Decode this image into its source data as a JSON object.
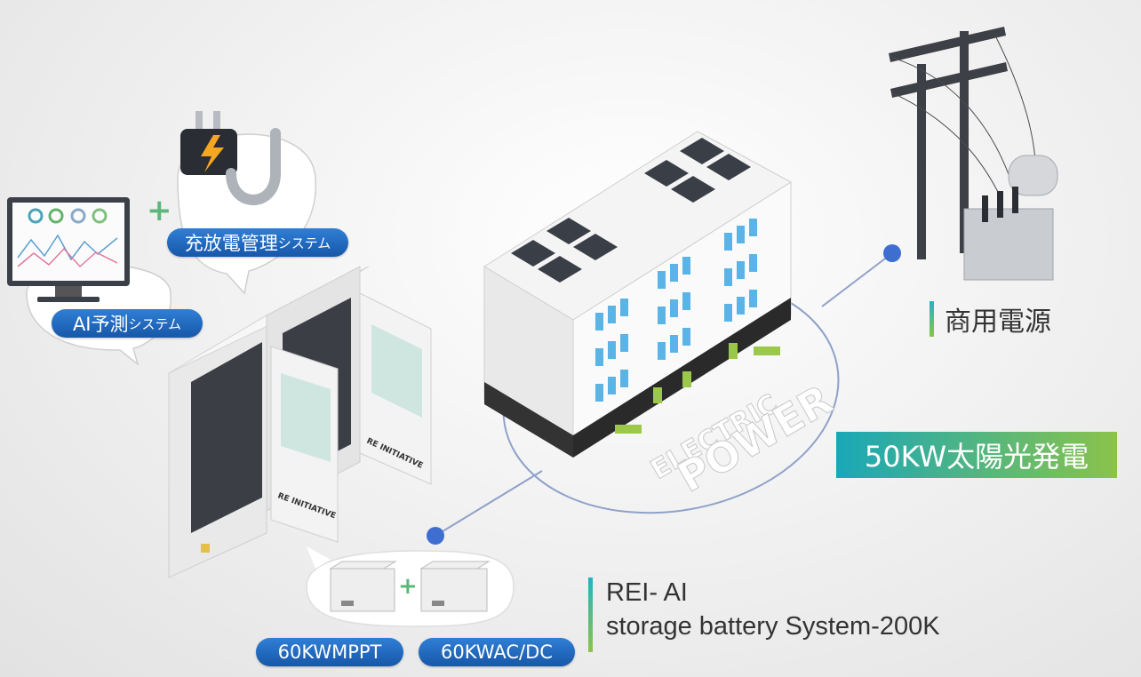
{
  "labels": {
    "charge_management": {
      "main": "充放電管理",
      "suffix": "システム"
    },
    "ai_prediction": {
      "main": "AI予測",
      "suffix": "システム"
    },
    "grid_power": "商用電源",
    "solar": "50KW太陽光発電",
    "mppt": "60KWMPPT",
    "acdc": "60KWAC/DC",
    "system_name_line1": "REI- AI",
    "system_name_line2": "storage battery System-200K",
    "cabinet_logo_text": "RE INITIATIVE",
    "building_text_1": "ELECTRIC",
    "building_text_2": "POWER"
  },
  "colors": {
    "pill_blue": "#1f6fc8",
    "plus_green": "#5cb87a",
    "connector_dot": "#3e6fd0",
    "accent_teal": "#24b3c4",
    "accent_green": "#8bc34a"
  },
  "icons": [
    "monitor-icon",
    "plug-icon",
    "lightning-icon",
    "plus-icon",
    "cabinet-icon",
    "building-icon",
    "solar-panel-icon",
    "power-pole-icon",
    "transformer-icon",
    "inverter-icon"
  ]
}
